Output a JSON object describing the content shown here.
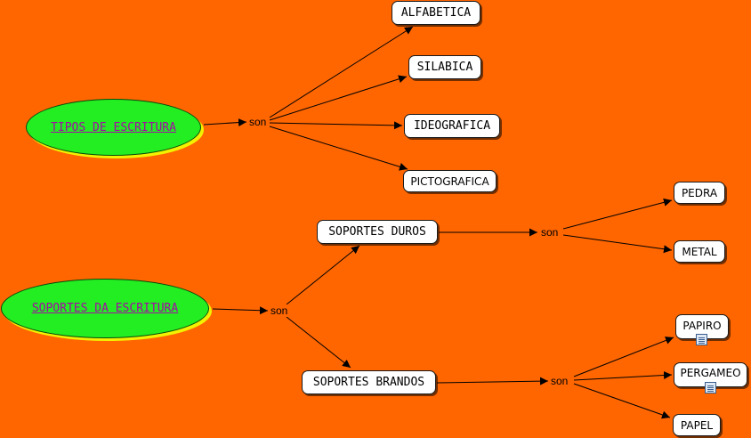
{
  "concepts": {
    "tipos": "TIPOS DE ESCRITURA",
    "soportes": "SOPORTES DA ESCRITURA",
    "alfabetica": "ALFABETICA",
    "silabica": "SILABICA",
    "ideografica": "IDEOGRAFICA",
    "pictografica": "PICTOGRAFICA",
    "duros": "SOPORTES DUROS",
    "brandos": "SOPORTES BRANDOS",
    "pedra": "PEDRA",
    "metal": "METAL",
    "papiro": "PAPIRO",
    "pergameo": "PERGAMEO",
    "papel": "PAPEL"
  },
  "links": {
    "tipos_son": "son",
    "soportes_son": "son",
    "duros_son": "son",
    "brandos_son": "son"
  },
  "resource_icons": [
    "document-icon",
    "document-icon"
  ],
  "colors": {
    "background": "#ff6600",
    "root_fill": "#22ee22",
    "root_text": "#a40aa4",
    "root_shadow": "#f2f200"
  }
}
